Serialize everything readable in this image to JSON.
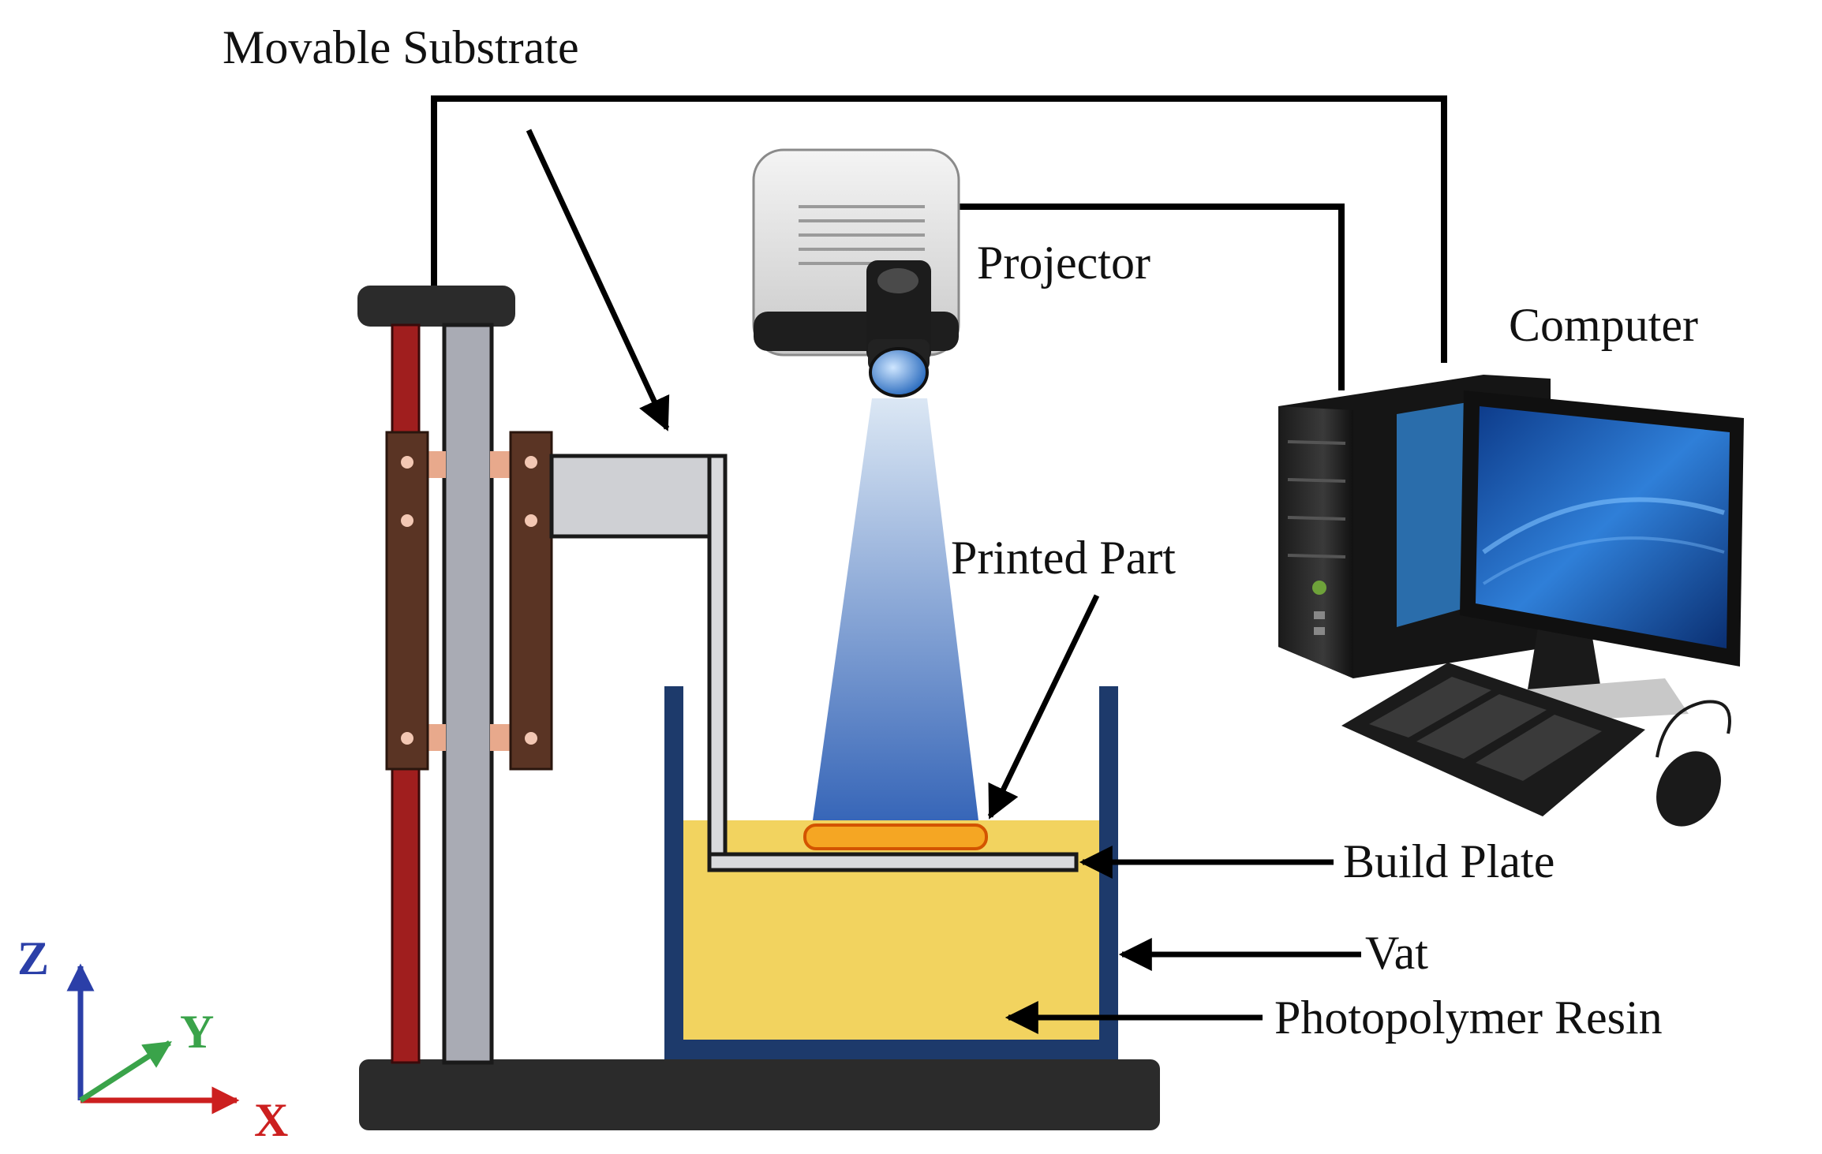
{
  "labels": {
    "movable_substrate": "Movable Substrate",
    "projector": "Projector",
    "computer": "Computer",
    "printed_part": "Printed Part",
    "build_plate": "Build Plate",
    "vat": "Vat",
    "resin": "Photopolymer Resin"
  },
  "axes": {
    "z": "Z",
    "y": "Y",
    "x": "X"
  },
  "colors": {
    "resin": "#f2d35f",
    "vat": "#1d3a6b",
    "light_beam_top": "#dbe7f4",
    "light_beam_bottom": "#3766b8",
    "printed_part": "#f5a623",
    "lead_screw": "#a01e1e",
    "rail": "#a9abb4",
    "carriage": "#5a3424",
    "base": "#2b2b2b",
    "axis_z": "#2b3fa8",
    "axis_y": "#3aa34a",
    "axis_x": "#cc1f1f"
  },
  "icons": {
    "projector": "projector-icon",
    "computer": "desktop-computer-icon"
  }
}
